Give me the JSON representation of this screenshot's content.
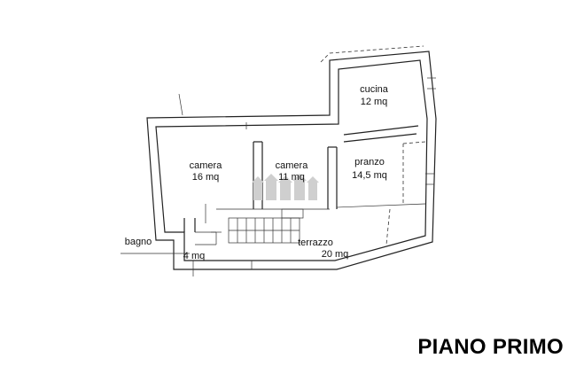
{
  "plan": {
    "title": "PIANO PRIMO",
    "rooms": [
      {
        "key": "cucina",
        "name": "cucina",
        "area": "12 mq"
      },
      {
        "key": "camera1",
        "name": "camera",
        "area": "16 mq"
      },
      {
        "key": "camera2",
        "name": "camera",
        "area": "11 mq"
      },
      {
        "key": "pranzo",
        "name": "pranzo",
        "area": "14,5 mq"
      },
      {
        "key": "terrazzo",
        "name": "terrazzo",
        "area": "20 mq"
      },
      {
        "key": "bagno",
        "name": "bagno",
        "area": "4 mq"
      }
    ]
  },
  "colors": {
    "wall": "#222222",
    "watermark": "#cfcfcf"
  }
}
